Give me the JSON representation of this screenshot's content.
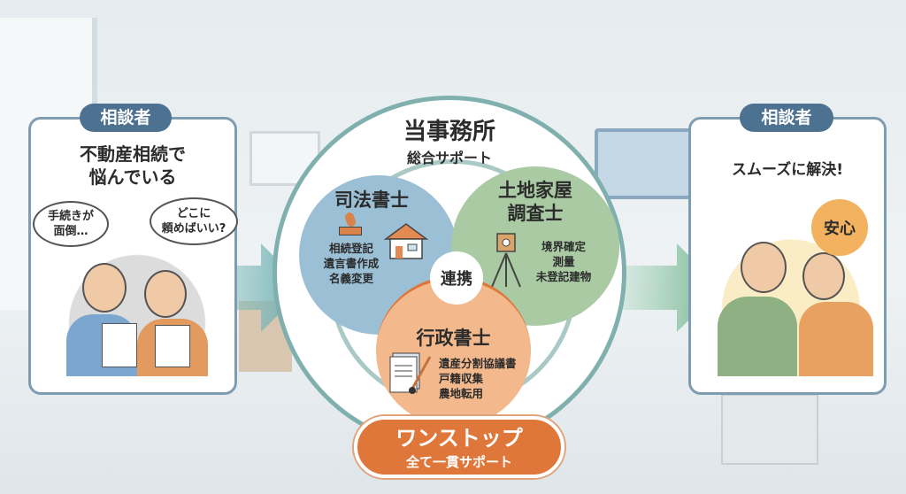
{
  "left_card": {
    "badge": "相談者",
    "title_line1": "不動産相続で",
    "title_line2": "悩んでいる",
    "bubble1_line1": "手続きが",
    "bubble1_line2": "面倒…",
    "bubble2_line1": "どこに",
    "bubble2_line2": "頼めばいい?"
  },
  "office": {
    "title": "当事務所",
    "subtitle": "総合サポート",
    "collab": "連携",
    "judicial": {
      "name": "司法書士",
      "tasks": [
        "相続登記",
        "遺言書作成",
        "名義変更"
      ]
    },
    "surveyor": {
      "name_line1": "土地家屋",
      "name_line2": "調査士",
      "tasks": [
        "境界確定",
        "測量",
        "未登記建物"
      ]
    },
    "administrative": {
      "name": "行政書士",
      "tasks": [
        "遺産分割協議書",
        "戸籍収集",
        "農地転用"
      ]
    },
    "onestop": {
      "title": "ワンストップ",
      "subtitle": "全て一貫サポート"
    }
  },
  "right_card": {
    "badge": "相談者",
    "title": "スムーズに解決!",
    "relief": "安心"
  },
  "colors": {
    "navy": "#4d7191",
    "blue": "#8fb4cc",
    "green": "#a9c9a4",
    "orange": "#f3b98c",
    "accent": "#e0773a",
    "ring": "#7fb0ad"
  }
}
